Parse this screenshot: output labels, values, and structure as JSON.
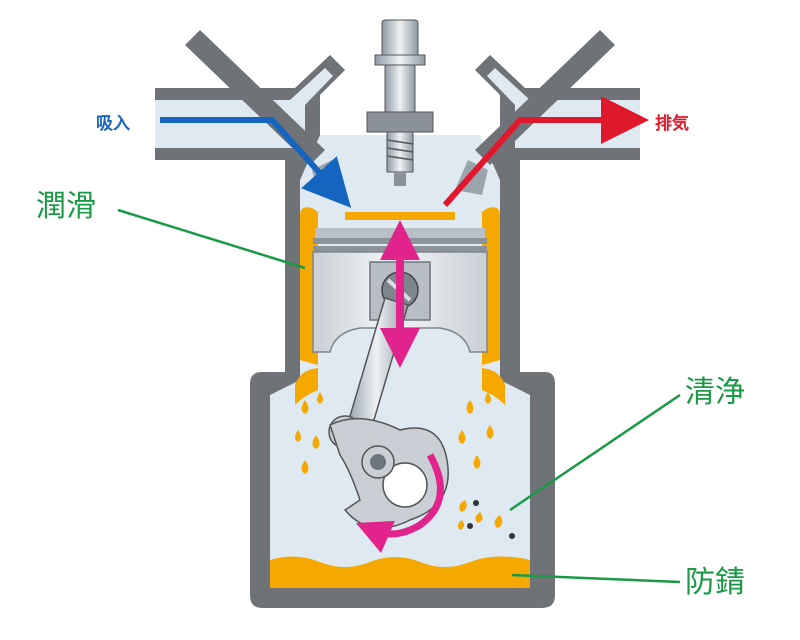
{
  "labels": {
    "intake": "吸入",
    "exhaust": "排気",
    "lubrication": "潤滑",
    "cleaning": "清浄",
    "rust_prevention": "防錆"
  },
  "colors": {
    "intake_arrow": "#1565c0",
    "exhaust_arrow": "#e0182c",
    "piston_arrow": "#e0248c",
    "oil": "#f5a800",
    "callout_line": "#1a9a46",
    "label_green": "#1a9a46"
  }
}
